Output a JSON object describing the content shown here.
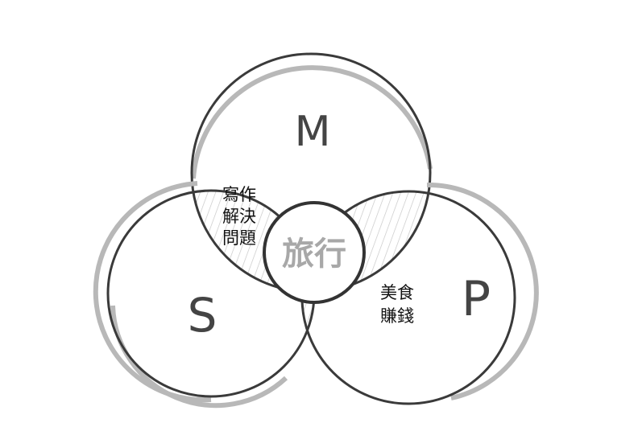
{
  "diagram": {
    "type": "venn",
    "circles": [
      {
        "id": "M",
        "label": "M"
      },
      {
        "id": "S",
        "label": "S"
      },
      {
        "id": "P",
        "label": "P"
      }
    ],
    "overlaps": {
      "M_S": {
        "lines": [
          "寫作",
          "解決",
          "問題"
        ]
      },
      "S_P": {
        "lines": [
          "美食",
          "賺錢"
        ]
      }
    },
    "center": {
      "label": "旅行"
    },
    "colors": {
      "outline": "#3a3a3a",
      "shadow": "#b8b8b8",
      "hatch": "#c8c8c8",
      "center_text": "#a8a8a8",
      "letter": "#444444"
    }
  }
}
